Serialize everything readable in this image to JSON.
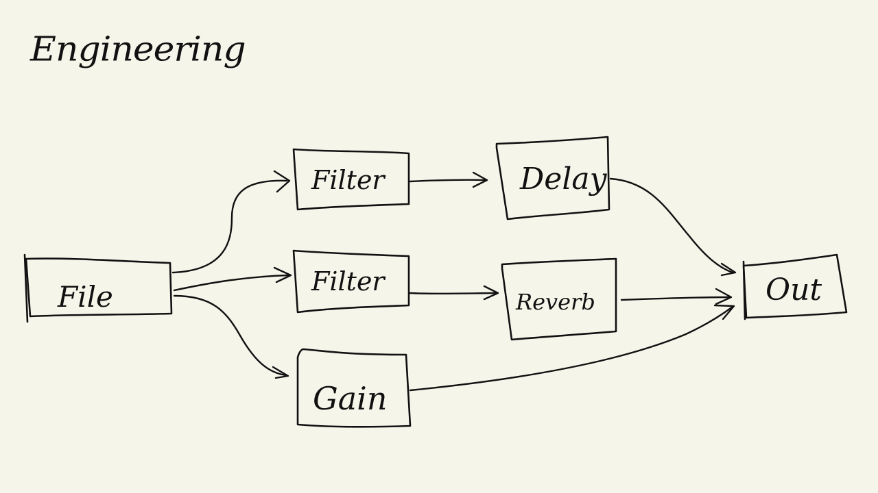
{
  "title": "Engineering",
  "nodes": {
    "file": "File",
    "filter_top": "Filter",
    "filter_mid": "Filter",
    "gain": "Gain",
    "delay": "Delay",
    "reverb": "Reverb",
    "out": "Out"
  },
  "edges": [
    {
      "from": "File",
      "to": "Filter"
    },
    {
      "from": "File",
      "to": "Filter"
    },
    {
      "from": "File",
      "to": "Gain"
    },
    {
      "from": "Filter",
      "to": "Delay"
    },
    {
      "from": "Filter",
      "to": "Reverb"
    },
    {
      "from": "Delay",
      "to": "Out"
    },
    {
      "from": "Reverb",
      "to": "Out"
    },
    {
      "from": "Gain",
      "to": "Out"
    }
  ],
  "colors": {
    "background": "#f6f5ea",
    "ink": "#111111"
  }
}
